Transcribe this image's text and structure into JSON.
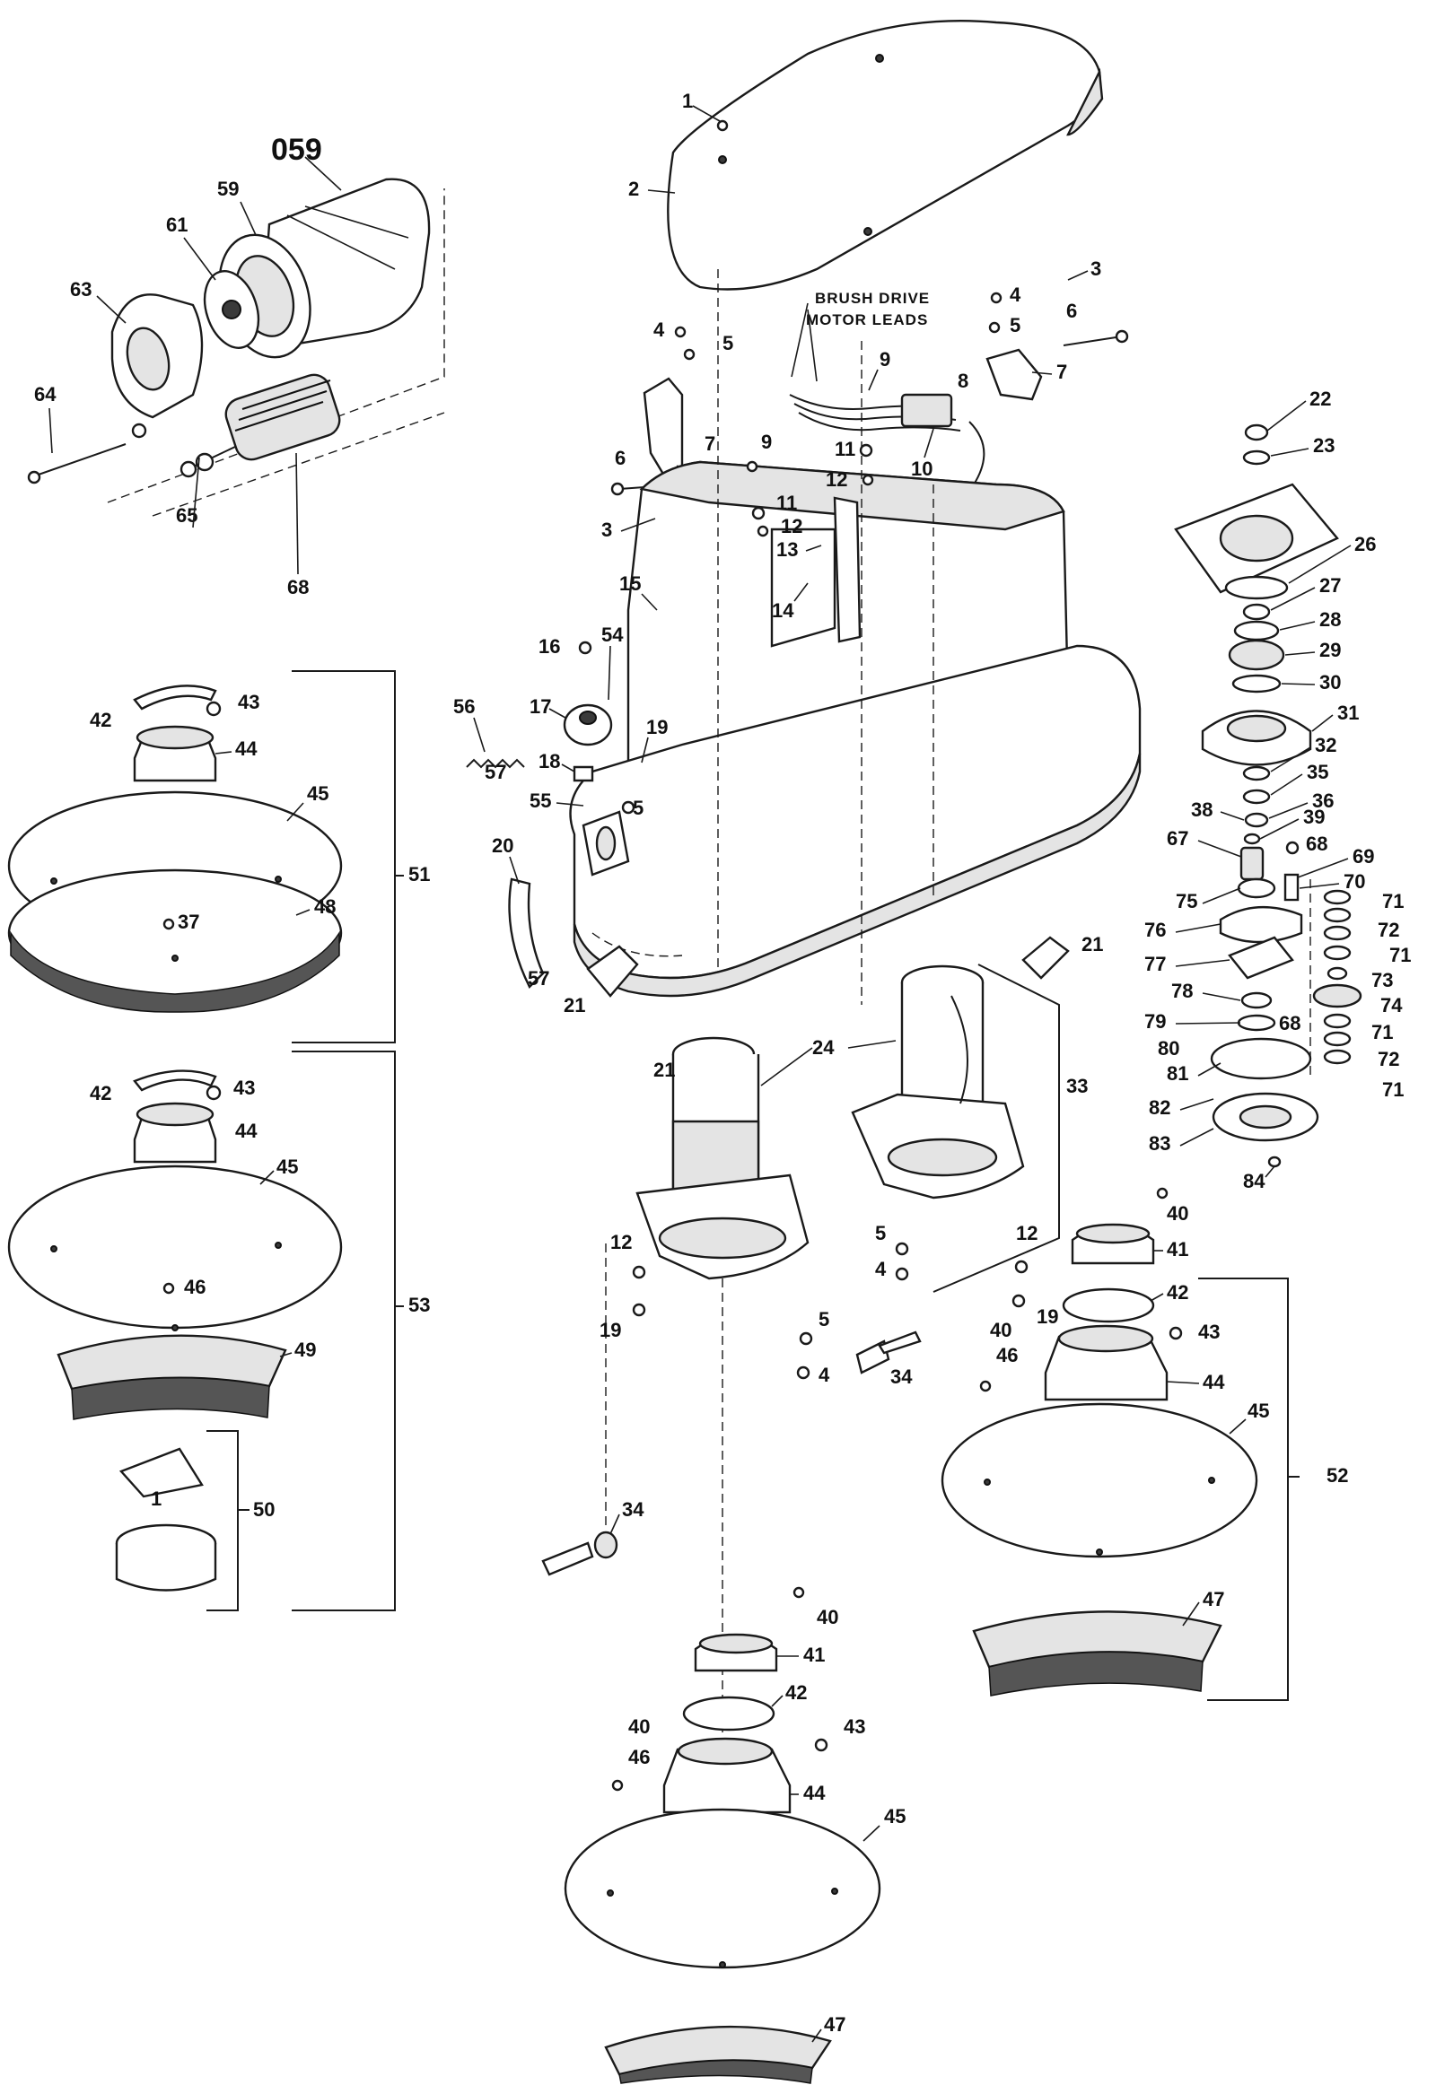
{
  "diagram": {
    "assembly_number": "059",
    "note": [
      "BRUSH DRIVE",
      "MOTOR LEADS"
    ],
    "callouts": {
      "c1": "1",
      "c2": "2",
      "c3a": "3",
      "c3b": "3",
      "c4a": "4",
      "c4b": "4",
      "c4c": "4",
      "c4d": "4",
      "c5a": "5",
      "c5b": "5",
      "c5c": "5",
      "c5d": "5",
      "c5e": "5",
      "c6a": "6",
      "c6b": "6",
      "c7a": "7",
      "c7b": "7",
      "c8": "8",
      "c9a": "9",
      "c9b": "9",
      "c10": "10",
      "c11a": "11",
      "c11b": "11",
      "c12a": "12",
      "c12b": "12",
      "c12c": "12",
      "c12d": "12",
      "c13": "13",
      "c14": "14",
      "c15": "15",
      "c16": "16",
      "c17": "17",
      "c18": "18",
      "c19a": "19",
      "c19b": "19",
      "c19c": "19",
      "c20": "20",
      "c21a": "21",
      "c21b": "21",
      "c21c": "21",
      "c22": "22",
      "c23": "23",
      "c24": "24",
      "c26": "26",
      "c27": "27",
      "c28": "28",
      "c29": "29",
      "c30": "30",
      "c31": "31",
      "c32": "32",
      "c33": "33",
      "c34a": "34",
      "c34b": "34",
      "c35": "35",
      "c36": "36",
      "c37": "37",
      "c38": "38",
      "c39": "39",
      "c40a": "40",
      "c40b": "40",
      "c40c": "40",
      "c40d": "40",
      "c41a": "41",
      "c41b": "41",
      "c42a": "42",
      "c42b": "42",
      "c42c": "42",
      "c42d": "42",
      "c43a": "43",
      "c43b": "43",
      "c43c": "43",
      "c43d": "43",
      "c44a": "44",
      "c44b": "44",
      "c44c": "44",
      "c44d": "44",
      "c45a": "45",
      "c45b": "45",
      "c45c": "45",
      "c45d": "45",
      "c46a": "46",
      "c46b": "46",
      "c46c": "46",
      "c47a": "47",
      "c47b": "47",
      "c48": "48",
      "c49": "49",
      "c50": "50",
      "c51": "51",
      "c52": "52",
      "c53": "53",
      "c54": "54",
      "c55": "55",
      "c56": "56",
      "c57a": "57",
      "c57b": "57",
      "c59": "59",
      "c61": "61",
      "c63": "63",
      "c64": "64",
      "c65": "65",
      "c67": "67",
      "c68a": "68",
      "c68b": "68",
      "c68c": "68",
      "c69": "69",
      "c70": "70",
      "c71a": "71",
      "c71b": "71",
      "c71c": "71",
      "c71d": "71",
      "c72a": "72",
      "c72b": "72",
      "c73": "73",
      "c74": "74",
      "c75": "75",
      "c76": "76",
      "c77": "77",
      "c78": "78",
      "c79": "79",
      "c80": "80",
      "c81": "81",
      "c82": "82",
      "c83": "83",
      "c84": "84",
      "c1b": "1"
    }
  }
}
